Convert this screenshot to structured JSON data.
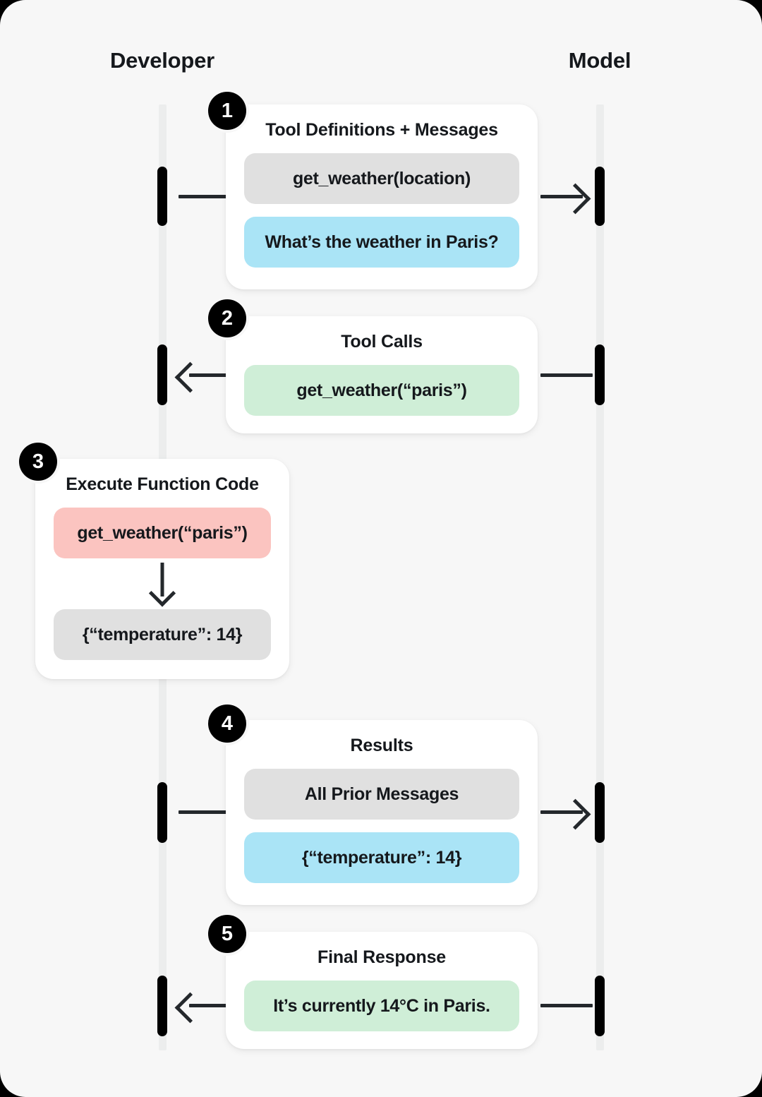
{
  "diagram": {
    "title_developer": "Developer",
    "title_model": "Model",
    "colors": {
      "background": "#f7f7f7",
      "card": "#ffffff",
      "lifeline": "#eceded",
      "activation": "#000000",
      "chip_gray": "#e0e0e0",
      "chip_blue": "#aae4f6",
      "chip_green": "#cfeed7",
      "chip_pink": "#fbc4c0",
      "text": "#15181c",
      "arrow": "#24282c"
    }
  },
  "steps": [
    {
      "number": "1",
      "title": "Tool Definitions + Messages",
      "direction": "developer-to-model",
      "chips": [
        {
          "label": "get_weather(location)",
          "color": "gray"
        },
        {
          "label": "What’s the weather in Paris?",
          "color": "blue"
        }
      ]
    },
    {
      "number": "2",
      "title": "Tool Calls",
      "direction": "model-to-developer",
      "chips": [
        {
          "label": "get_weather(“paris”)",
          "color": "green"
        }
      ]
    },
    {
      "number": "3",
      "title": "Execute Function Code",
      "direction": "developer-local",
      "chips": [
        {
          "label": "get_weather(“paris”)",
          "color": "pink"
        },
        {
          "label": "{“temperature”: 14}",
          "color": "gray"
        }
      ],
      "inner_arrow": "down-arrow"
    },
    {
      "number": "4",
      "title": "Results",
      "direction": "developer-to-model",
      "chips": [
        {
          "label": "All Prior Messages",
          "color": "gray"
        },
        {
          "label": "{“temperature”: 14}",
          "color": "blue"
        }
      ]
    },
    {
      "number": "5",
      "title": "Final Response",
      "direction": "model-to-developer",
      "chips": [
        {
          "label": "It’s currently 14°C in Paris.",
          "color": "green"
        }
      ]
    }
  ]
}
